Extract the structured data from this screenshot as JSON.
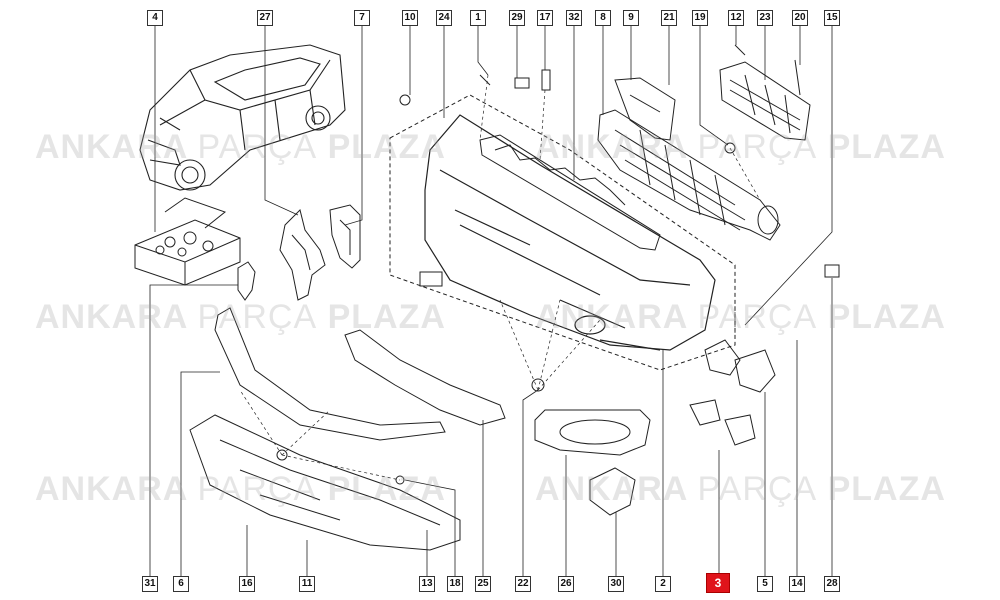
{
  "watermark": {
    "part1": "ANKARA",
    "part2": "PARÇA",
    "part3": "PLAZA"
  },
  "top_callouts": [
    "4",
    "27",
    "7",
    "10",
    "24",
    "1",
    "29",
    "17",
    "32",
    "8",
    "9",
    "21",
    "19",
    "12",
    "23",
    "20",
    "15"
  ],
  "bottom_callouts": [
    "31",
    "6",
    "16",
    "11",
    "13",
    "18",
    "25",
    "22",
    "26",
    "30",
    "2",
    "3",
    "5",
    "14",
    "28"
  ],
  "highlighted_callout": "3",
  "colors": {
    "highlight": "#e0141b",
    "line": "#222222",
    "watermark": "#a0a0a0"
  }
}
